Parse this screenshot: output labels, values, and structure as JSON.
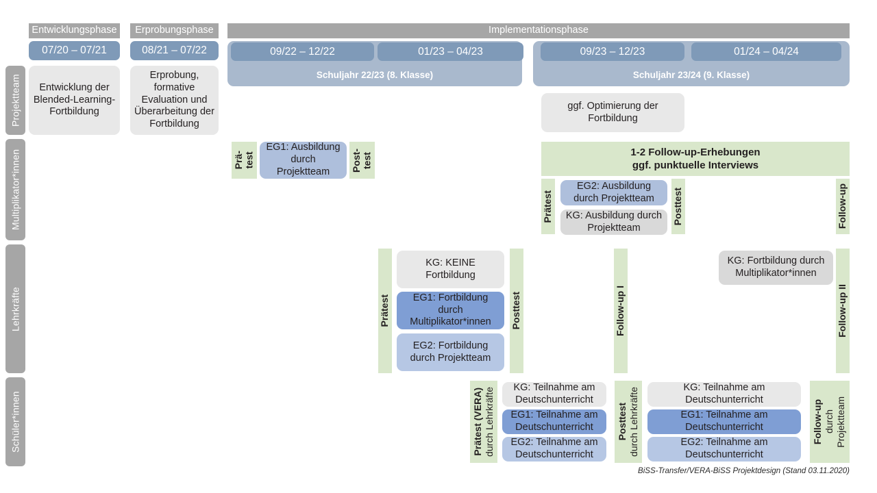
{
  "meta": {
    "footer": "BiSS-Transfer/VERA-BiSS Projektdesign (Stand 03.11.2020)"
  },
  "colors": {
    "phase_header_grey": "#a6a6a6",
    "date_chip_blue": "#7f9ab8",
    "year_band_blue": "#a9b9cd",
    "card_grey": "#e8e8e8",
    "card_grey_dark": "#d9d9d9",
    "card_blue_mid": "#aebfdc",
    "card_blue_dark": "#7f9ed4",
    "card_blue_light": "#b6c7e4",
    "green": "#d9e7cb"
  },
  "phases": [
    {
      "label": "Entwicklungsphase"
    },
    {
      "label": "Erprobungsphase"
    },
    {
      "label": "Implementationsphase"
    }
  ],
  "dates": [
    {
      "label": "07/20 – 07/21"
    },
    {
      "label": "08/21 – 07/22"
    },
    {
      "label": "09/22 – 12/22"
    },
    {
      "label": "01/23 – 04/23"
    },
    {
      "label": "09/23 – 12/23"
    },
    {
      "label": "01/24 – 04/24"
    }
  ],
  "school_years": [
    {
      "label": "Schuljahr 22/23 (8. Klasse)"
    },
    {
      "label": "Schuljahr 23/24 (9. Klasse)"
    }
  ],
  "rows": [
    {
      "label": "Projektteam"
    },
    {
      "label": "Multiplikator*innen"
    },
    {
      "label": "Lehrkräfte"
    },
    {
      "label": "Schüler*innen"
    }
  ],
  "projektteam": {
    "entwicklung": "Entwicklung der Blended-Learning-Fortbildung",
    "erprobung": "Erprobung, formative Evaluation und Überarbeitung der Fortbildung",
    "optimierung": "ggf. Optimierung der Fortbildung"
  },
  "multiplikator": {
    "praetest_short": "Prä-\ntest",
    "posttest_short": "Post-\ntest",
    "eg1": "EG1: Ausbildung durch Projektteam",
    "followup_banner": "1-2 Follow-up-Erhebungen\nggf. punktuelle Interviews",
    "praetest": "Prätest",
    "eg2": "EG2: Ausbildung durch Projektteam",
    "kg": "KG: Ausbildung durch Projektteam",
    "posttest": "Posttest",
    "followup": "Follow-up"
  },
  "lehrkraefte": {
    "praetest": "Prätest",
    "kg": "KG:  KEINE Fortbildung",
    "eg1": "EG1: Fortbildung durch Multiplikator*innen",
    "eg2": "EG2: Fortbildung durch Projektteam",
    "posttest": "Posttest",
    "followup1": "Follow-up I",
    "kg2": "KG: Fortbildung durch Multiplikator*innen",
    "followup2": "Follow-up II"
  },
  "schueler": {
    "praetest_bold": "Prätest (VERA)",
    "praetest_sub": "durch Lehrkräfte",
    "kg1": "KG: Teilnahme am Deutschunterricht",
    "eg1_1": "EG1: Teilnahme am Deutschunterricht",
    "eg2_1": "EG2: Teilnahme am Deutschunterricht",
    "posttest_bold": "Posttest",
    "posttest_sub": "durch Lehrkräfte",
    "kg2": "KG: Teilnahme am Deutschunterricht",
    "eg1_2": "EG1: Teilnahme am Deutschunterricht",
    "eg2_2": "EG2: Teilnahme am Deutschunterricht",
    "followup_bold": "Follow-up",
    "followup_sub1": "durch",
    "followup_sub2": "Projektteam"
  }
}
